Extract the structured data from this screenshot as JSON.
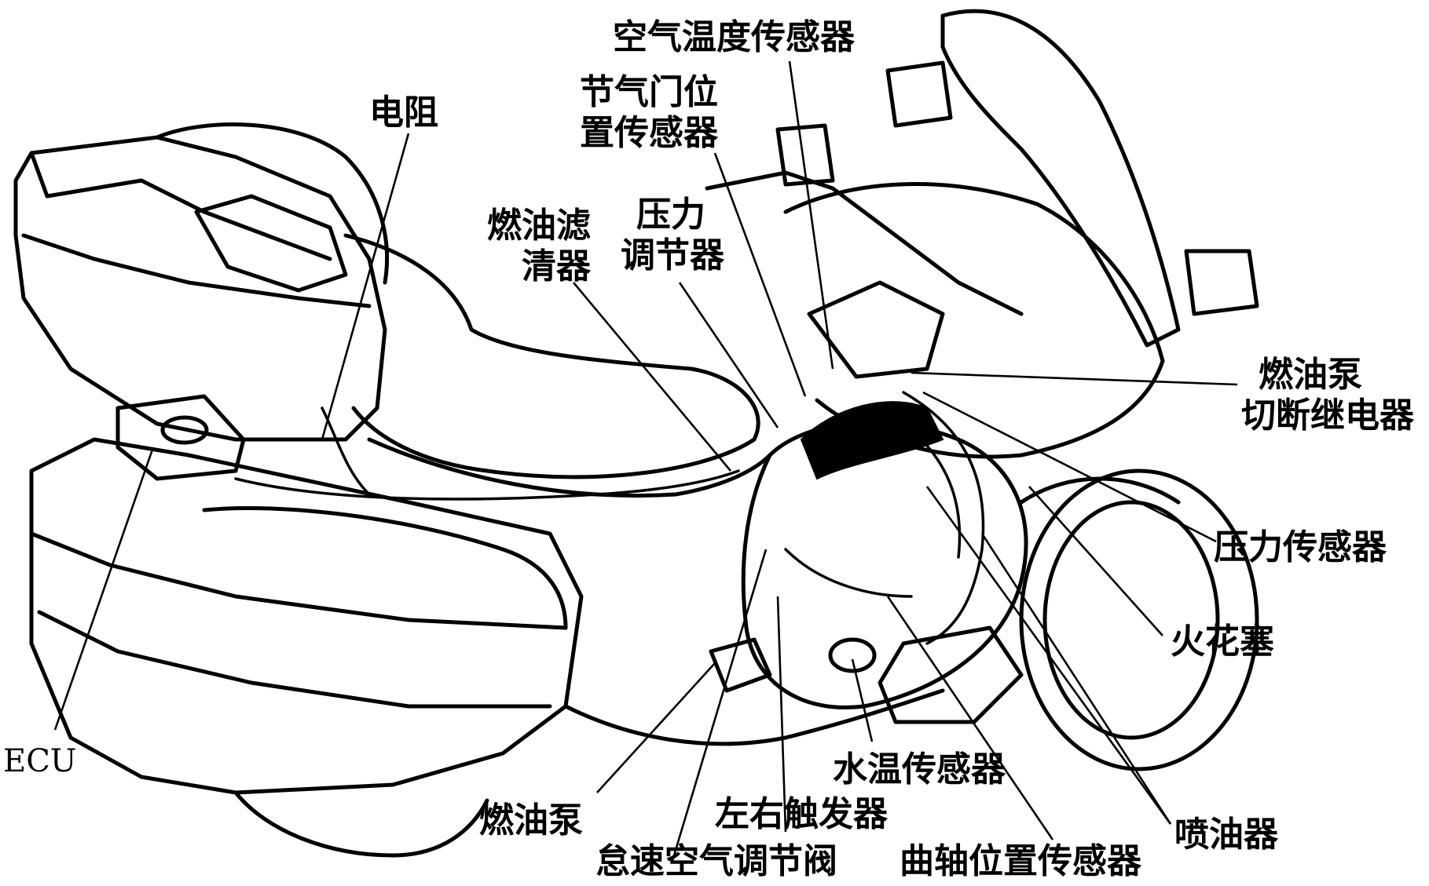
{
  "labels": {
    "air_temp_sensor": "空气温度传感器",
    "throttle_pos_1": "节气门位",
    "throttle_pos_2": "置传感器",
    "resistor": "电阻",
    "fuel_filter_1": "燃油滤",
    "fuel_filter_2": "清器",
    "pressure_regulator_1": "压力",
    "pressure_regulator_2": "调节器",
    "fuel_pump_relay_1": "燃油泵",
    "fuel_pump_relay_2": "切断继电器",
    "pressure_sensor": "压力传感器",
    "spark_plug": "火花塞",
    "ecu": "ECU",
    "water_temp_sensor": "水温传感器",
    "fuel_pump": "燃油泵",
    "lr_trigger": "左右触发器",
    "idle_air_valve": "怠速空气调节阀",
    "crank_pos_sensor": "曲轴位置传感器",
    "injector": "喷油器"
  }
}
